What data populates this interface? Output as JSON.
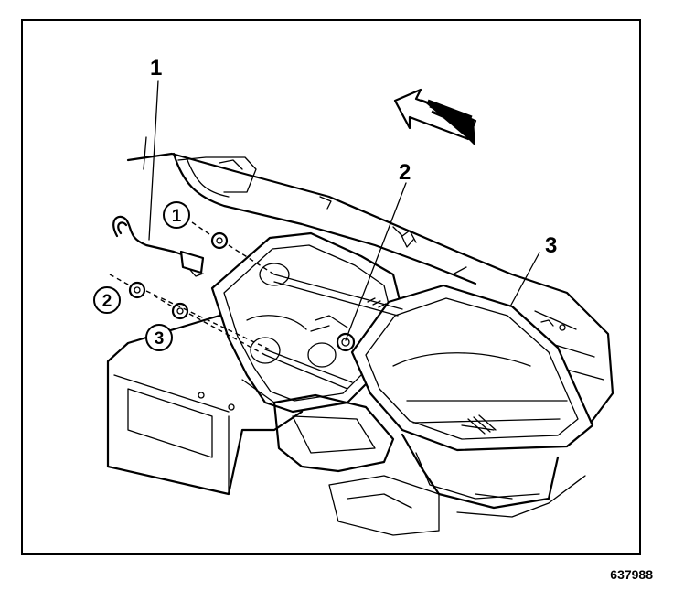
{
  "figure": {
    "id": "637988",
    "callouts": [
      "1",
      "2",
      "3"
    ],
    "circled_callouts": [
      "1",
      "2",
      "3"
    ]
  }
}
